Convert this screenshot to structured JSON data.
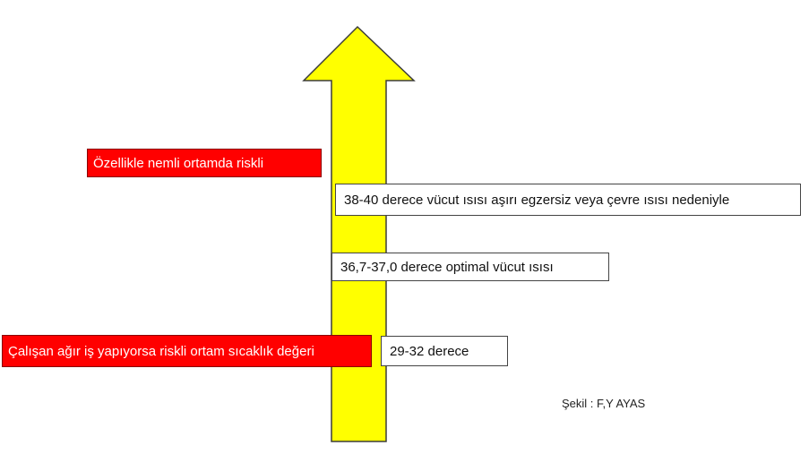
{
  "colors": {
    "arrow_fill": "#ffff00",
    "arrow_stroke": "#3b3b3b",
    "red_box": "#ff0000"
  },
  "labels": {
    "humid_risk": "Özellikle nemli ortamda riskli",
    "high_temp": "38-40 derece vücut ısısı aşırı egzersiz veya çevre ısısı nedeniyle",
    "optimal": "36,7-37,0 derece optimal vücut ısısı",
    "heavy_work_risk": "Çalışan ağır iş yapıyorsa riskli ortam sıcaklık değeri",
    "range_low": "29-32 derece"
  },
  "caption": "Şekil : F,Y AYAS"
}
